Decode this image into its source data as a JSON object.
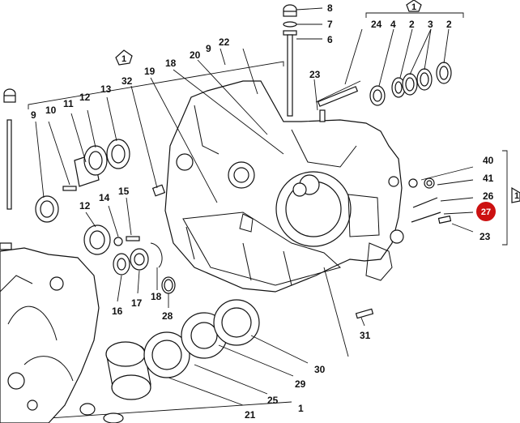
{
  "callouts": {
    "c8": "8",
    "c7": "7",
    "c6": "6",
    "c24": "24",
    "c4": "4",
    "c2a": "2",
    "c3": "3",
    "c2b": "2",
    "c23top": "23",
    "c22": "22",
    "c9top": "9",
    "c20": "20",
    "c18": "18",
    "c19": "19",
    "c32": "32",
    "c13": "13",
    "c12top": "12",
    "c11": "11",
    "c10": "10",
    "c9left": "9",
    "c14": "14",
    "c15": "15",
    "c12mid": "12",
    "c16": "16",
    "c17": "17",
    "c18low": "18",
    "c28": "28",
    "c40": "40",
    "c41": "41",
    "c26": "26",
    "c23right": "23",
    "c31": "31",
    "c30": "30",
    "c29": "29",
    "c25": "25",
    "c21": "21",
    "c1": "1"
  },
  "groups": {
    "g1a": "1",
    "g1b": "1",
    "g1c": "1"
  },
  "highlight": {
    "label": "27",
    "color": "#cc1111"
  }
}
